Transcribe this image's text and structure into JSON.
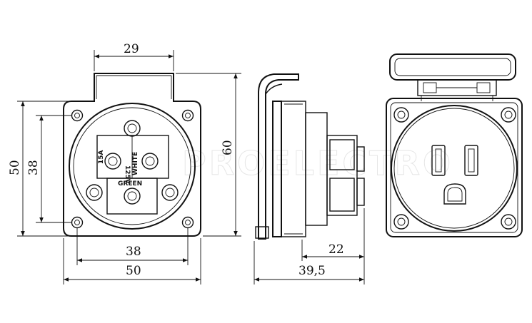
{
  "watermark": "PROELECTRO",
  "front_view": {
    "dims": {
      "top_width": "29",
      "height_total": "60",
      "height_flange": "50",
      "height_holes": "38",
      "width_holes": "38",
      "width_flange": "50"
    },
    "labels": {
      "amp": "15A",
      "voltage": "125V",
      "white": "WHITE",
      "green": "GREEN"
    }
  },
  "side_view": {
    "dims": {
      "depth_body": "22",
      "depth_total": "39,5"
    }
  },
  "colors": {
    "stroke": "#111111",
    "background": "#ffffff",
    "watermark": "#e6e6e6"
  }
}
